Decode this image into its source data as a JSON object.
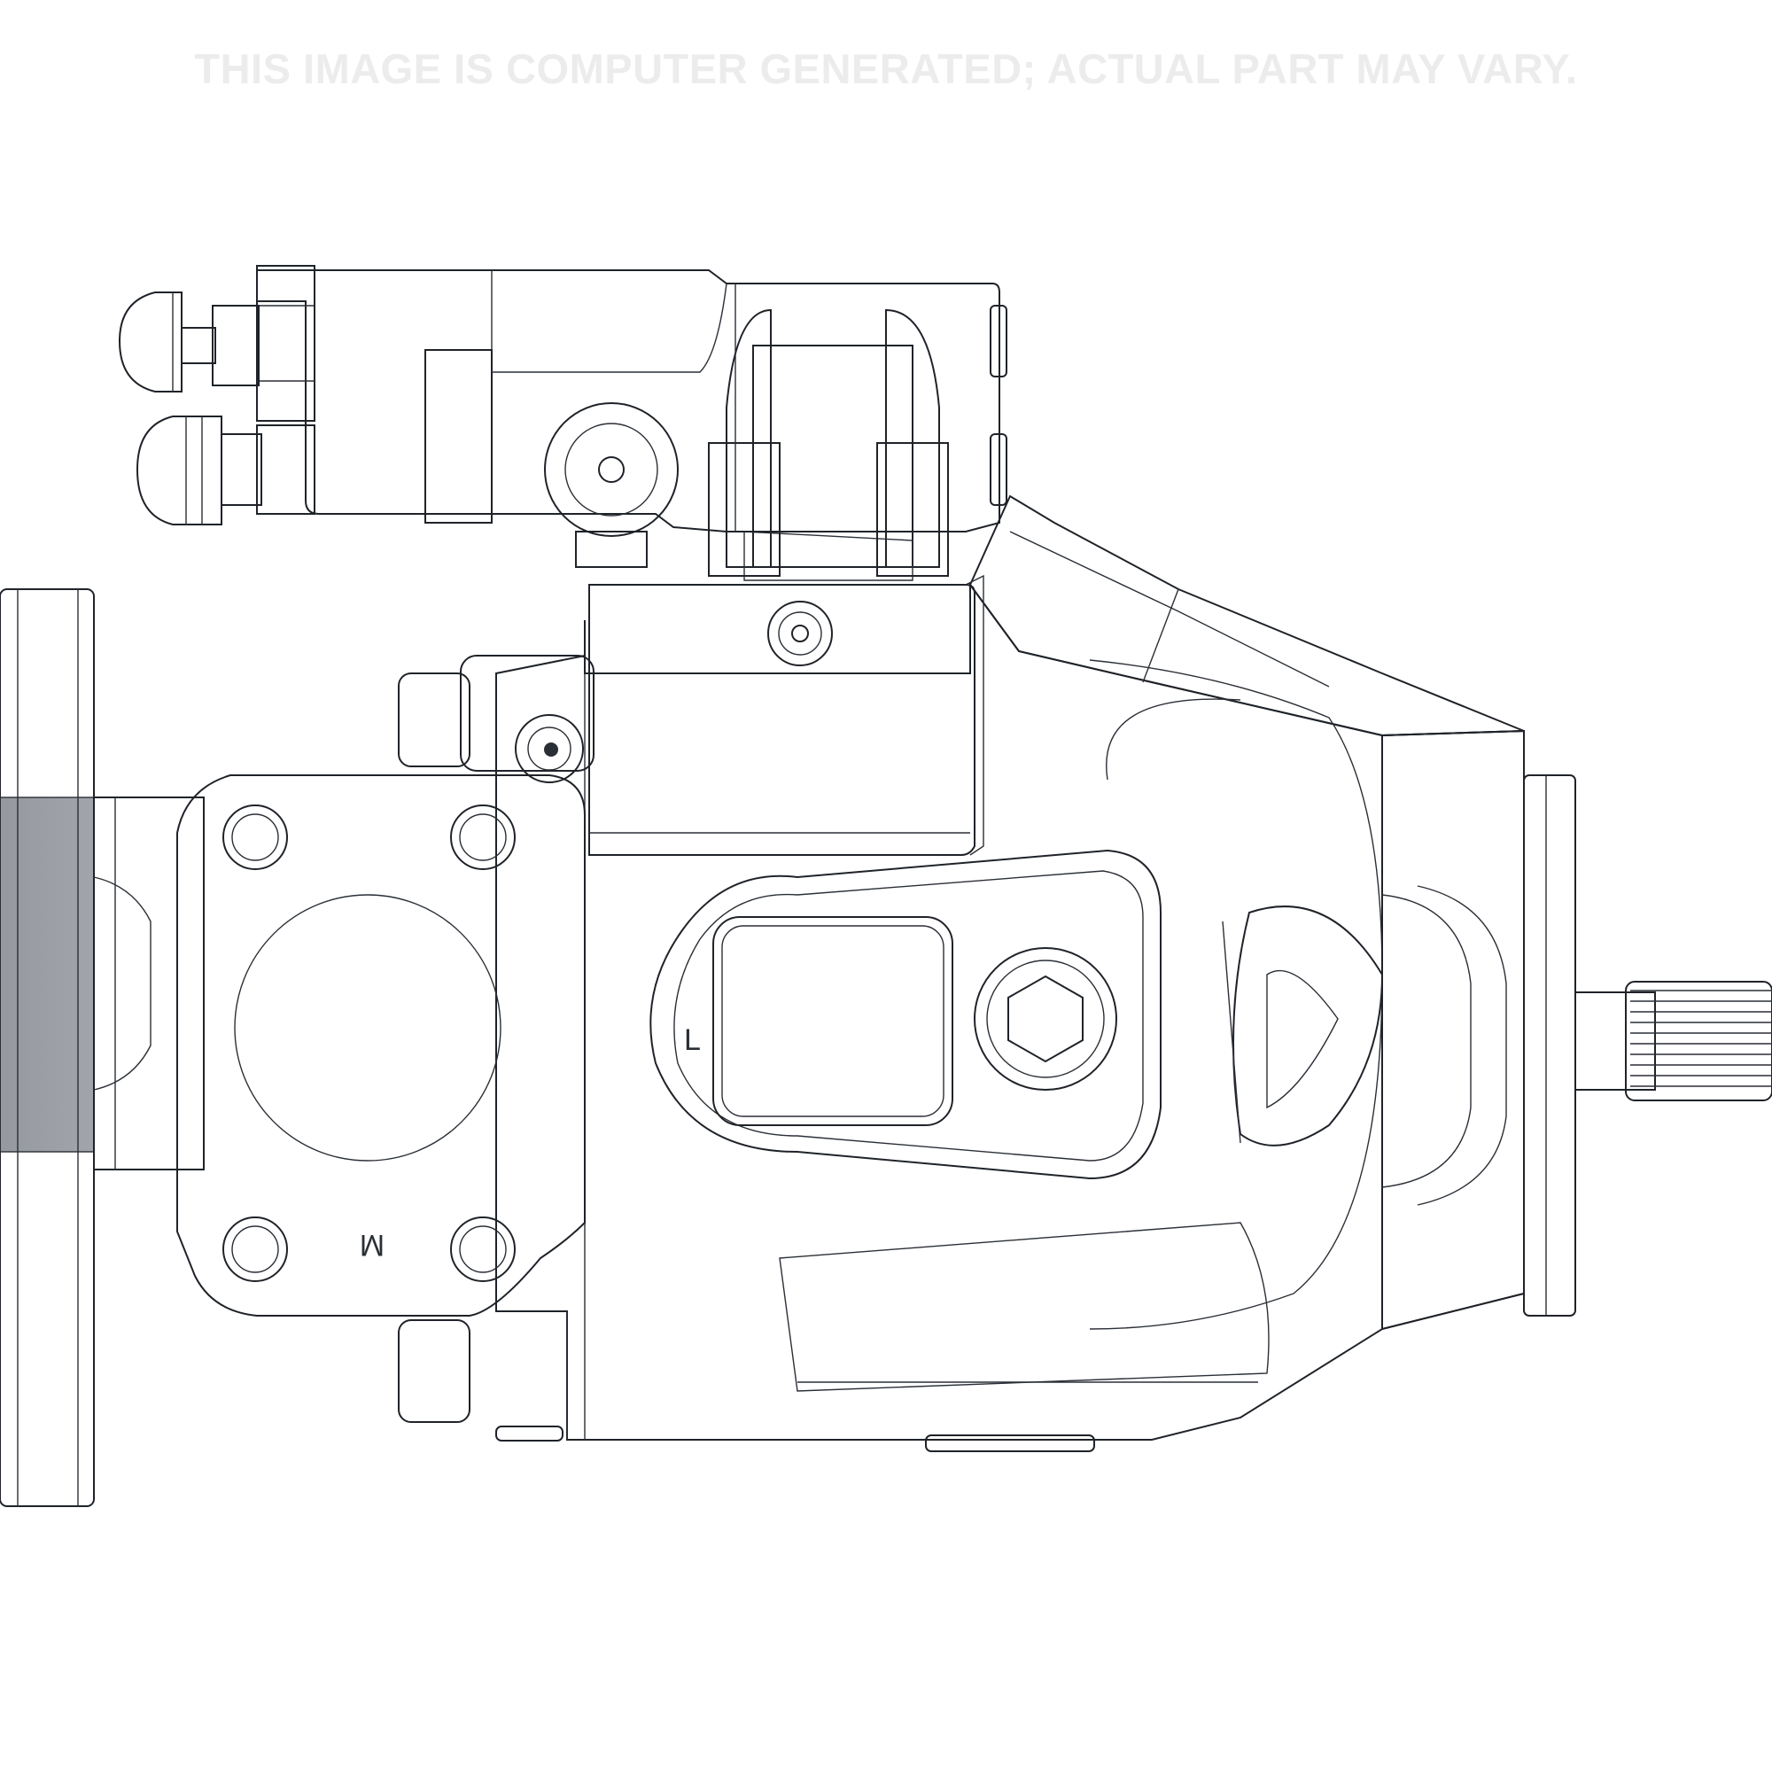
{
  "disclaimer": "THIS IMAGE IS COMPUTER GENERATED; ACTUAL PART MAY VARY.",
  "port_marks": {
    "l": "L",
    "m": "M"
  },
  "colors": {
    "background": "#ffffff",
    "body": "#a4afbf",
    "shadow": "#4a5058",
    "outline": "#1f2329",
    "watermark": "#ececec"
  }
}
